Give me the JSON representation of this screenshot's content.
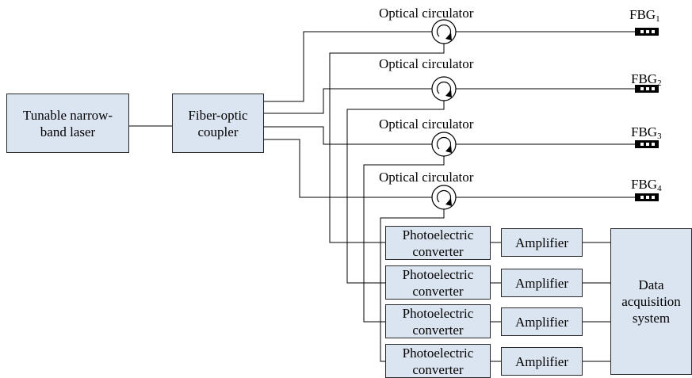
{
  "laser": {
    "line1": "Tunable narrow-",
    "line2": "band laser"
  },
  "coupler": {
    "line1": "Fiber-optic",
    "line2": "coupler"
  },
  "circulators": [
    {
      "label": "Optical circulator"
    },
    {
      "label": "Optical circulator"
    },
    {
      "label": "Optical circulator"
    },
    {
      "label": "Optical circulator"
    }
  ],
  "gratings": [
    {
      "base": "FBG",
      "sub": "1"
    },
    {
      "base": "FBG",
      "sub": "2"
    },
    {
      "base": "FBG",
      "sub": "3"
    },
    {
      "base": "FBG",
      "sub": "4"
    }
  ],
  "converters": [
    {
      "line1": "Photoelectric",
      "line2": "converter"
    },
    {
      "line1": "Photoelectric",
      "line2": "converter"
    },
    {
      "line1": "Photoelectric",
      "line2": "converter"
    },
    {
      "line1": "Photoelectric",
      "line2": "converter"
    }
  ],
  "amplifiers": [
    {
      "label": "Amplifier"
    },
    {
      "label": "Amplifier"
    },
    {
      "label": "Amplifier"
    },
    {
      "label": "Amplifier"
    }
  ],
  "daq": {
    "line1": "Data",
    "line2": "acquisition",
    "line3": "system"
  }
}
